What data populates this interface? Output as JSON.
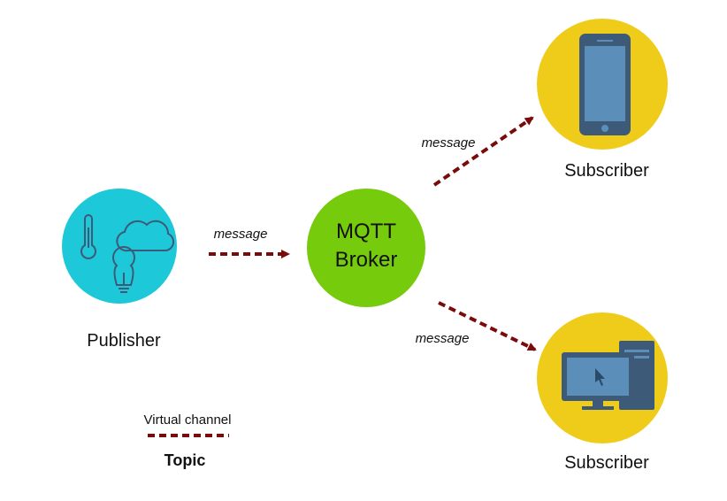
{
  "colors": {
    "publisher_fill": "#1dc8d8",
    "broker_fill": "#76cb0c",
    "subscriber_fill": "#f0cc1a",
    "arrow": "#7a0b0b",
    "icon": "#3d5a78",
    "device_screen": "#5b8fb9"
  },
  "publisher": {
    "label": "Publisher",
    "icons": [
      "thermometer-icon",
      "cloud-icon",
      "lightbulb-icon"
    ]
  },
  "broker": {
    "line1": "MQTT",
    "line2": "Broker"
  },
  "subscribers": [
    {
      "label": "Subscriber",
      "icon": "smartphone-icon"
    },
    {
      "label": "Subscriber",
      "icon": "desktop-computer-icon"
    }
  ],
  "arrows": [
    {
      "label": "message"
    },
    {
      "label": "message"
    },
    {
      "label": "message"
    }
  ],
  "legend": {
    "title": "Virtual channel",
    "topic": "Topic"
  }
}
